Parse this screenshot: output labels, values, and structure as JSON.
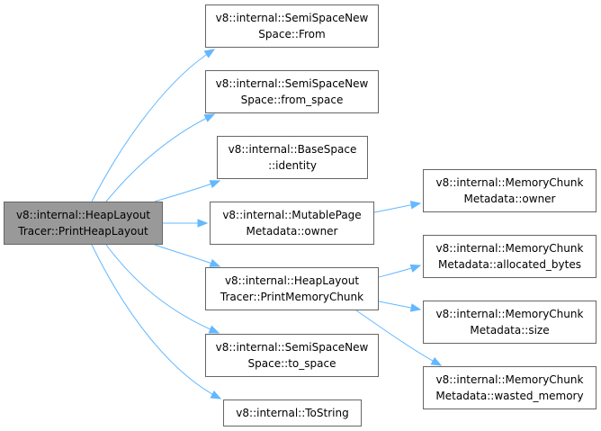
{
  "diagram": {
    "colors": {
      "edge": "#63b8ff",
      "root_fill": "#999999",
      "node_fill": "#ffffff",
      "node_border": "#666666"
    },
    "nodes": [
      {
        "id": "root",
        "lines": [
          "v8::internal::HeapLayout",
          "Tracer::PrintHeapLayout"
        ]
      },
      {
        "id": "from",
        "lines": [
          "v8::internal::SemiSpaceNew",
          "Space::From"
        ]
      },
      {
        "id": "from_space",
        "lines": [
          "v8::internal::SemiSpaceNew",
          "Space::from_space"
        ]
      },
      {
        "id": "identity",
        "lines": [
          "v8::internal::BaseSpace",
          "::identity"
        ]
      },
      {
        "id": "mp_owner",
        "lines": [
          "v8::internal::MutablePage",
          "Metadata::owner"
        ]
      },
      {
        "id": "print_chunk",
        "lines": [
          "v8::internal::HeapLayout",
          "Tracer::PrintMemoryChunk"
        ]
      },
      {
        "id": "to_space",
        "lines": [
          "v8::internal::SemiSpaceNew",
          "Space::to_space"
        ]
      },
      {
        "id": "tostring",
        "lines": [
          "v8::internal::ToString"
        ]
      },
      {
        "id": "mc_owner",
        "lines": [
          "v8::internal::MemoryChunk",
          "Metadata::owner"
        ]
      },
      {
        "id": "allocated",
        "lines": [
          "v8::internal::MemoryChunk",
          "Metadata::allocated_bytes"
        ]
      },
      {
        "id": "size",
        "lines": [
          "v8::internal::MemoryChunk",
          "Metadata::size"
        ]
      },
      {
        "id": "wasted",
        "lines": [
          "v8::internal::MemoryChunk",
          "Metadata::wasted_memory"
        ]
      }
    ],
    "edges": [
      [
        "root",
        "from"
      ],
      [
        "root",
        "from_space"
      ],
      [
        "root",
        "identity"
      ],
      [
        "root",
        "mp_owner"
      ],
      [
        "root",
        "print_chunk"
      ],
      [
        "root",
        "to_space"
      ],
      [
        "root",
        "tostring"
      ],
      [
        "mp_owner",
        "mc_owner"
      ],
      [
        "print_chunk",
        "allocated"
      ],
      [
        "print_chunk",
        "size"
      ],
      [
        "print_chunk",
        "wasted"
      ]
    ]
  }
}
